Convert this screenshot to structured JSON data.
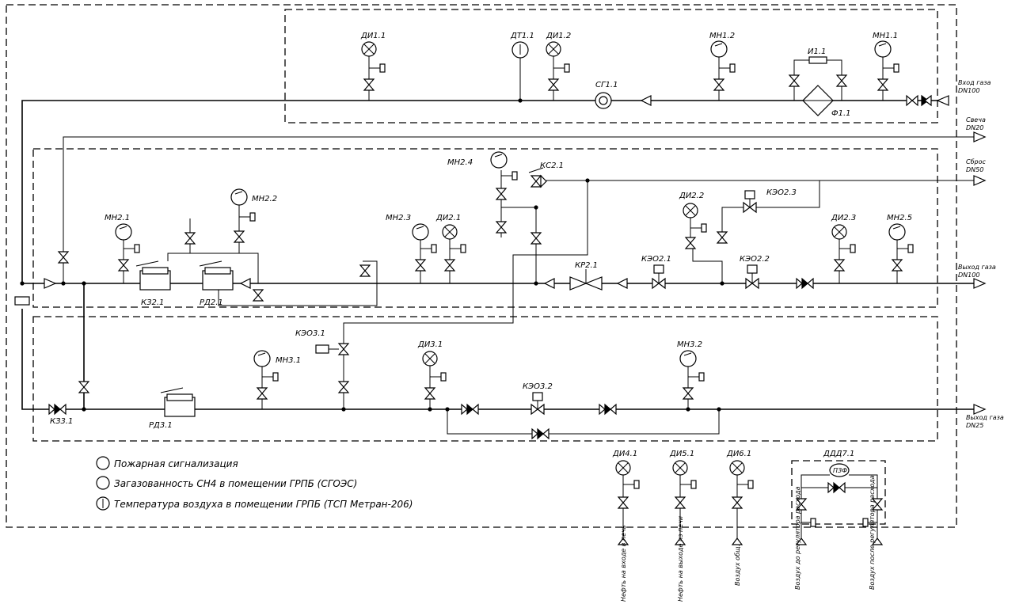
{
  "instruments": {
    "di11": "ДИ1.1",
    "dt11": "ДТ1.1",
    "di12": "ДИ1.2",
    "sg11": "СГ1.1",
    "mn12": "МН1.2",
    "i11": "И1.1",
    "mn11": "МН1.1",
    "f11": "Ф1.1",
    "mn24": "МН2.4",
    "ks21": "КС2.1",
    "mn22": "МН2.2",
    "mn21": "МН2.1",
    "kz21": "КЗ2.1",
    "rd21": "РД2.1",
    "mn23": "МН2.3",
    "di21": "ДИ2.1",
    "kr21": "КР2.1",
    "kez21": "КЭО2.1",
    "di22": "ДИ2.2",
    "kez23": "КЭО2.3",
    "kez22": "КЭО2.2",
    "di23": "ДИ2.3",
    "mn25": "МН2.5",
    "kez31": "КЭО3.1",
    "mn31": "МН3.1",
    "di31": "ДИ3.1",
    "kez32": "КЭО3.2",
    "mn32": "МН3.2",
    "kz31": "КЗ3.1",
    "rd31": "РД3.1",
    "di41": "ДИ4.1",
    "di51": "ДИ5.1",
    "di61": "ДИ6.1",
    "ddd71": "ДДД7.1",
    "fr": "ПЗФ"
  },
  "connections": {
    "gas_in": "Вход газа",
    "gas_in_dn": "DN100",
    "candle": "Свеча",
    "candle_dn": "DN20",
    "discharge": "Сброс",
    "discharge_dn": "DN50",
    "gas_out": "Выход газа",
    "gas_out_dn": "DN100",
    "gas_out2": "Выход газа",
    "gas_out2_dn": "DN25"
  },
  "legend": {
    "fire": "Пожарная сигнализация",
    "ch4": "Загазованность СН4 в помещении ГРПБ (СГОЭС)",
    "temp": "Температура воздуха в  помещении ГРПБ (ТСП Метран-206)"
  },
  "bottom_labels": {
    "oil_in": "Нефть на входе в печь",
    "oil_out": "Нефть на выходе из печи",
    "air": "Воздух общ.",
    "air_before": "Воздух до регулятора расхода",
    "air_after": "Воздух после регулятора расхода"
  },
  "colors": {
    "line": "#000000",
    "background": "#ffffff"
  }
}
